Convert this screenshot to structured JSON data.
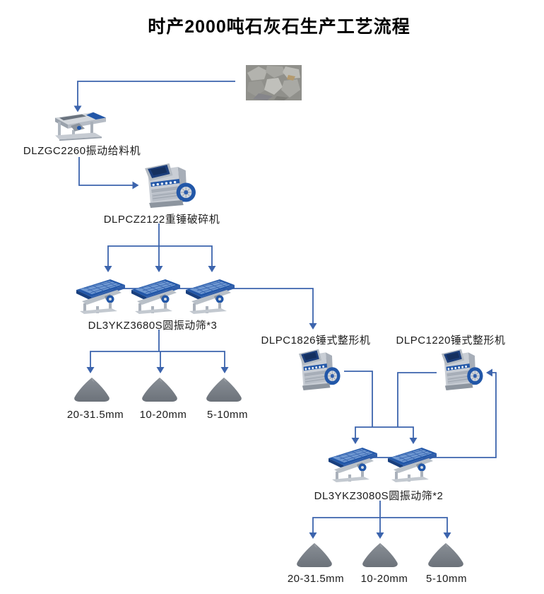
{
  "title": "时产2000吨石灰石生产工艺流程",
  "colors": {
    "flow_line": "#3c64ad",
    "machine_blue": "#2257a8",
    "hopper_navy": "#1c3e7b",
    "steel_gray": "#c9ced5",
    "pile_gray": "#767c84",
    "text": "#1c1c1c"
  },
  "nodes": {
    "raw_material": {
      "icon": "limestone-rocks-photo"
    },
    "feeder": {
      "label": "DLZGC2260振动给料机"
    },
    "crusher": {
      "label": "DLPCZ2122重锤破碎机"
    },
    "screens_top": {
      "label": "DL3YKZ3680S圆振动筛*3"
    },
    "shaper_1826": {
      "label": "DLPC1826锤式整形机"
    },
    "shaper_1220": {
      "label": "DLPC1220锤式整形机"
    },
    "screens_bottom": {
      "label": "DL3YKZ3080S圆振动筛*2"
    },
    "products_top": [
      "20-31.5mm",
      "10-20mm",
      "5-10mm"
    ],
    "products_bottom": [
      "20-31.5mm",
      "10-20mm",
      "5-10mm"
    ]
  }
}
